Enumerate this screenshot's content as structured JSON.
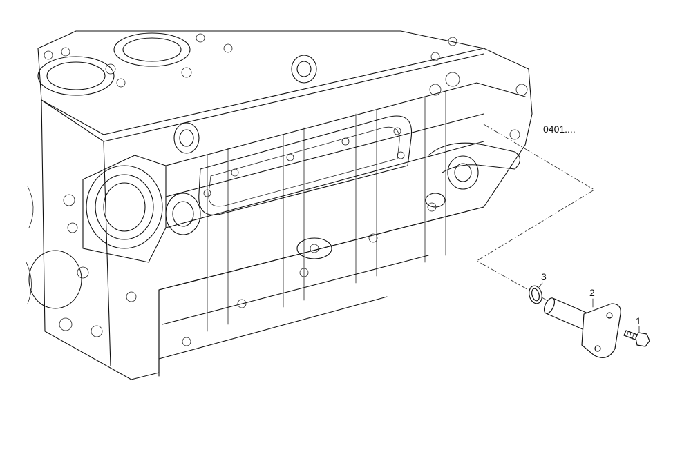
{
  "diagram": {
    "reference_label": "0401....",
    "callouts": [
      {
        "id": "1",
        "text": "1"
      },
      {
        "id": "2",
        "text": "2"
      },
      {
        "id": "3",
        "text": "3"
      }
    ]
  }
}
